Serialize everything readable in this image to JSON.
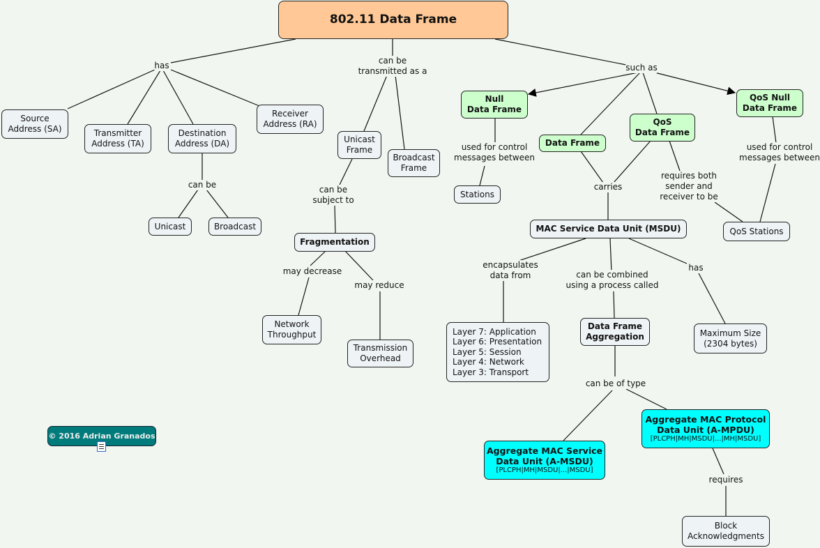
{
  "root": "802.11 Data Frame",
  "nodes": {
    "sa": [
      "Source",
      "Address (SA)"
    ],
    "ta": [
      "Transmitter",
      "Address (TA)"
    ],
    "da": [
      "Destination",
      "Address (DA)"
    ],
    "ra": [
      "Receiver",
      "Address (RA)"
    ],
    "unicast": "Unicast",
    "broadcast": "Broadcast",
    "unicast_frame": [
      "Unicast",
      "Frame"
    ],
    "broadcast_frame": [
      "Broadcast",
      "Frame"
    ],
    "fragmentation": "Fragmentation",
    "network_throughput": [
      "Network",
      "Throughput"
    ],
    "transmission_overhead": [
      "Transmission",
      "Overhead"
    ],
    "null_data_frame": [
      "Null",
      "Data Frame"
    ],
    "data_frame": "Data Frame",
    "qos_data_frame": [
      "QoS",
      "Data Frame"
    ],
    "qos_null_data_frame": [
      "QoS Null",
      "Data Frame"
    ],
    "stations": "Stations",
    "msdu": "MAC Service Data Unit (MSDU)",
    "qos_stations": "QoS Stations",
    "layers": [
      "Layer 7: Application",
      "Layer 6: Presentation",
      "Layer 5: Session",
      "Layer 4: Network",
      "Layer 3: Transport"
    ],
    "aggregation": [
      "Data Frame",
      "Aggregation"
    ],
    "max_size": [
      "Maximum Size",
      "(2304 bytes)"
    ],
    "amsdu": [
      "Aggregate MAC Service",
      "Data Unit (A-MSDU)",
      "[PLCPH|MH|MSDU|...|MSDU]"
    ],
    "ampdu": [
      "Aggregate MAC Protocol",
      "Data Unit (A-MPDU)",
      "[PLCPH|MH|MSDU|...|MH|MSDU]"
    ],
    "block_ack": [
      "Block",
      "Acknowledgments"
    ]
  },
  "links": {
    "has": "has",
    "transmitted": [
      "can be",
      "transmitted as a"
    ],
    "such_as": "such as",
    "can_be": "can be",
    "subject_to": [
      "can be",
      "subject to"
    ],
    "control_null": [
      "used for control",
      "messages between"
    ],
    "carries": "carries",
    "requires_both": [
      "requires both",
      "sender and",
      "receiver to be"
    ],
    "control_qosnull": [
      "used for control",
      "messages between"
    ],
    "may_decrease": "may decrease",
    "may_reduce": "may reduce",
    "encapsulates": [
      "encapsulates",
      "data from"
    ],
    "combined": [
      "can be combined",
      "using a process called"
    ],
    "has2": "has",
    "of_type": "can be of type",
    "requires": "requires"
  },
  "copyright": "© 2016 Adrian Granados",
  "colors": {
    "root": "#ffc896",
    "green": "#ccffcc",
    "cyan": "#00ffff",
    "teal": "#007b7b",
    "background": "#f1f7f0"
  }
}
